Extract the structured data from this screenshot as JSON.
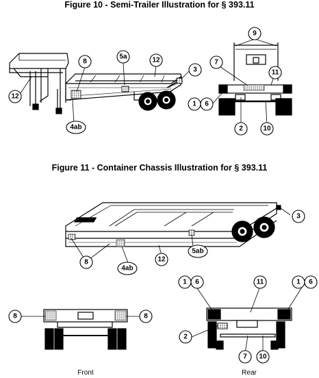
{
  "figure10": {
    "title": "Figure 10 - Semi-Trailer Illustration for § 393.11",
    "callouts": {
      "c12left": "12",
      "c8": "8",
      "c5a": "5a",
      "c12right": "12",
      "c3": "3",
      "c4ab": "4ab",
      "c9": "9",
      "c7": "7",
      "c11": "11",
      "c1": "1",
      "c6": "6",
      "c2": "2",
      "c10": "10"
    }
  },
  "figure11": {
    "title": "Figure 11 - Container Chassis Illustration for § 393.11",
    "callouts": {
      "c3": "3",
      "c5ab": "5ab",
      "c8a": "8",
      "c4ab": "4ab",
      "c12": "12",
      "front8left": "8",
      "front8right": "8",
      "rear1a": "1",
      "rear6a": "6",
      "rear11": "11",
      "rear1b": "1",
      "rear6b": "6",
      "rear2": "2",
      "rear7": "7",
      "rear10": "10"
    },
    "front_label": "Front",
    "rear_label": "Rear"
  }
}
